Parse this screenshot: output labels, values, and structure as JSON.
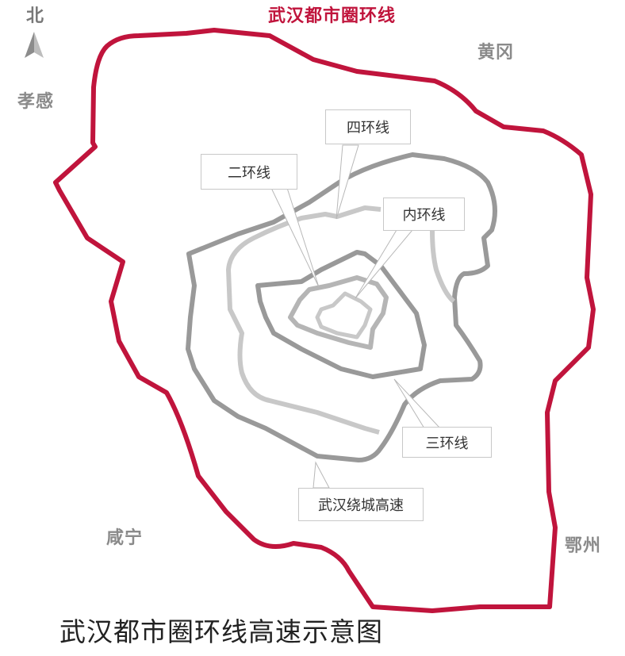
{
  "title": "武汉都市圈环线高速示意图",
  "compass": {
    "label": "北",
    "icon": "north-arrow-icon"
  },
  "outer_ring": {
    "label": "武汉都市圈环线",
    "color": "#c0143c"
  },
  "cities": [
    {
      "name": "孝感",
      "position": "northwest"
    },
    {
      "name": "黄冈",
      "position": "northeast"
    },
    {
      "name": "咸宁",
      "position": "southwest"
    },
    {
      "name": "鄂州",
      "position": "southeast"
    }
  ],
  "rings": [
    {
      "name": "内环线",
      "color": "#c4c4c4"
    },
    {
      "name": "二环线",
      "color": "#b0b0b0"
    },
    {
      "name": "三环线",
      "color": "#999999"
    },
    {
      "name": "四环线",
      "color": "#c8c8c8"
    },
    {
      "name": "武汉绕城高速",
      "color": "#999999"
    }
  ],
  "callouts": {
    "fourth_ring": "四环线",
    "second_ring": "二环线",
    "inner_ring": "内环线",
    "third_ring": "三环线",
    "ring_expressway": "武汉绕城高速"
  }
}
